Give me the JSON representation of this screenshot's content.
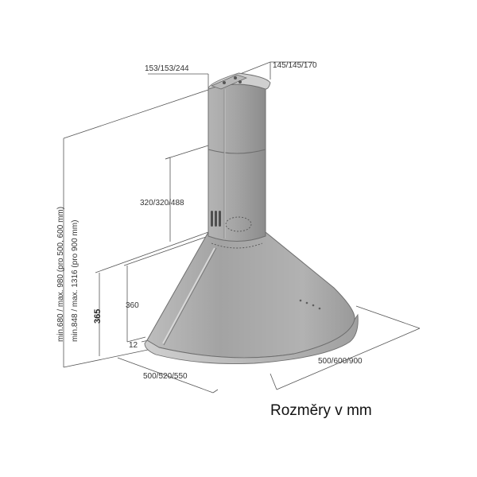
{
  "dimensions": {
    "duct_depth": "153/153/244",
    "duct_width": "145/145/170",
    "duct_height": "320/320/488",
    "hood_height": "360",
    "hood_height_bold": "365",
    "edge_thickness": "12",
    "hood_depth": "500/520/550",
    "hood_width": "500/600/900",
    "total_height_line1": "min.680 / max. 980 (pro 500, 600 mm)",
    "total_height_line2": "min.848 / max. 1316 (pro 900 mm)"
  },
  "caption": "Rozměry v mm",
  "colors": {
    "metal_light": "#c9c9c9",
    "metal_mid": "#a9a9a9",
    "metal_dark": "#7f7f7f",
    "line": "#555555"
  }
}
